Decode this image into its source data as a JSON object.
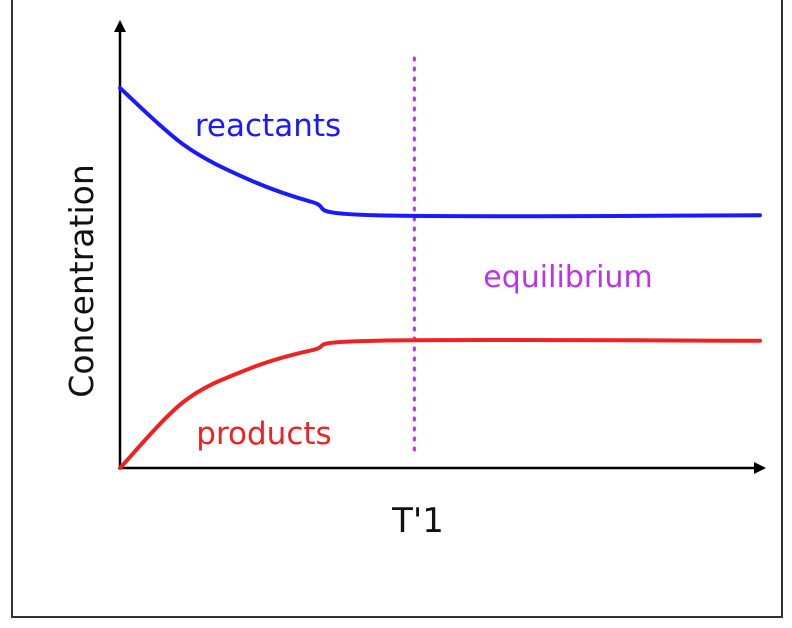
{
  "chart_data": {
    "type": "line",
    "xlabel": "T'1",
    "ylabel": "Concentration",
    "xlim": [
      0,
      1
    ],
    "ylim": [
      0,
      1
    ],
    "grid": false,
    "series": [
      {
        "name": "reactants",
        "color": "#1a1aff",
        "points": [
          [
            0.0,
            1.0
          ],
          [
            0.1,
            0.85
          ],
          [
            0.2,
            0.76
          ],
          [
            0.3,
            0.7
          ],
          [
            0.4,
            0.665
          ],
          [
            1.0,
            0.665
          ]
        ]
      },
      {
        "name": "products",
        "color": "#ee2222",
        "points": [
          [
            0.0,
            0.0
          ],
          [
            0.1,
            0.175
          ],
          [
            0.2,
            0.26
          ],
          [
            0.3,
            0.31
          ],
          [
            0.4,
            0.335
          ],
          [
            1.0,
            0.335
          ]
        ]
      }
    ],
    "annotations": [
      {
        "text": "equilibrium",
        "color": "#bb33ee",
        "line_x": 0.46
      }
    ]
  }
}
